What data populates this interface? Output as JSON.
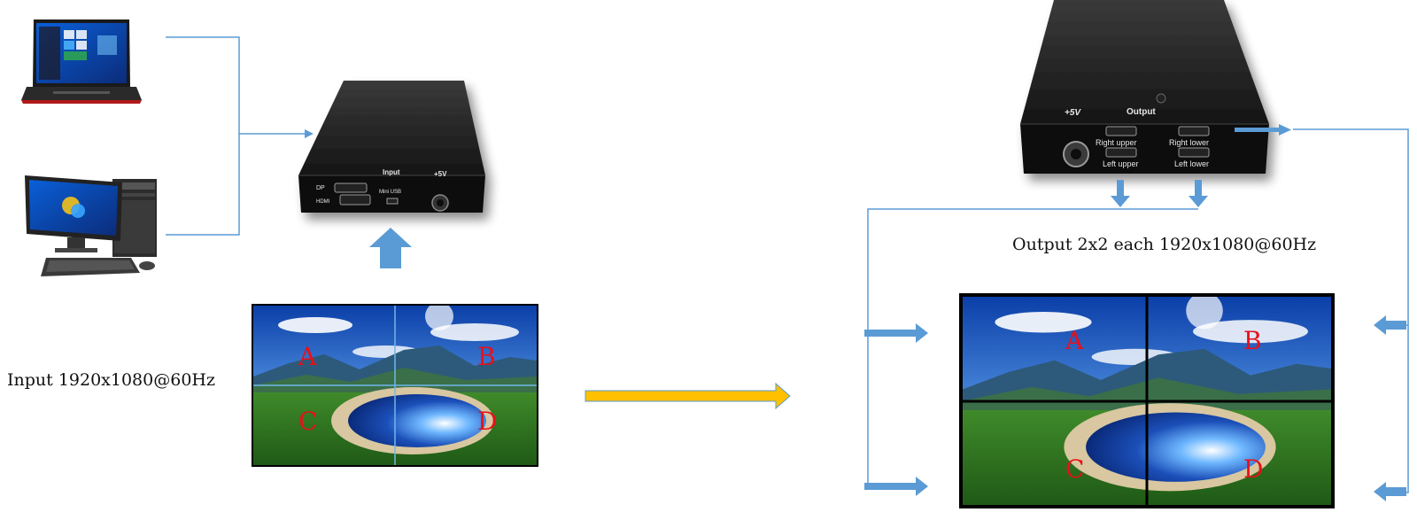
{
  "labels": {
    "input_caption": "Input 1920x1080@60Hz",
    "output_caption": "Output 2x2 each 1920x1080@60Hz"
  },
  "input_device": {
    "port_labels": [
      "DP",
      "HDMI",
      "Input",
      "Mini USB",
      "+5V"
    ]
  },
  "output_device": {
    "port_labels": [
      "+5V",
      "Output",
      "Right upper",
      "Right lower",
      "Left upper",
      "Left lower"
    ]
  },
  "quadrants": [
    "A",
    "B",
    "C",
    "D"
  ],
  "colors": {
    "connector_line": "#5b9bd5",
    "block_arrow": "#5b9bd5",
    "main_arrow": "#ffc000",
    "main_arrow_outline": "#5b9bd5",
    "quadrant_letter": "#e8101a",
    "device_body": "#1e1e1e",
    "device_text": "#e6e6e6"
  },
  "icons": [
    "laptop-icon",
    "desktop-pc-icon",
    "splitter-box-input-icon",
    "splitter-box-output-icon",
    "landscape-image-icon"
  ]
}
